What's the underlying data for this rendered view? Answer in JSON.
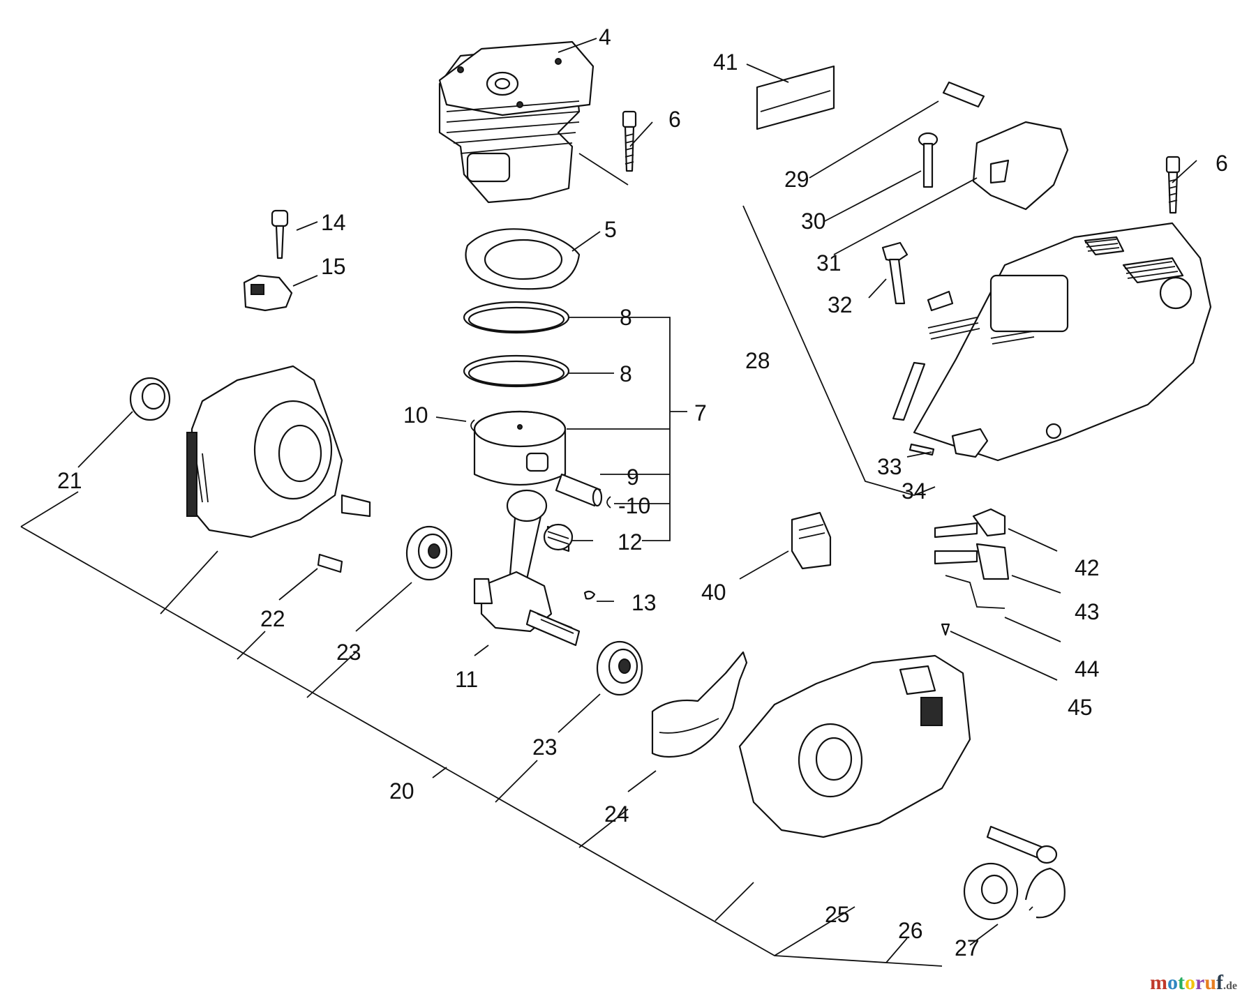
{
  "diagram": {
    "callouts": {
      "p4": "4",
      "p41": "41",
      "p6a": "6",
      "p6b": "6",
      "p29": "29",
      "p14": "14",
      "p15": "15",
      "p5": "5",
      "p30": "30",
      "p31": "31",
      "p32": "32",
      "p28": "28",
      "p8a": "8",
      "p8b": "8",
      "p7": "7",
      "p10a": "10",
      "p10b": "-10",
      "p9": "9",
      "p12": "12",
      "p13": "13",
      "p21": "21",
      "p22": "22",
      "p23a": "23",
      "p23b": "23",
      "p11": "11",
      "p33": "33",
      "p34": "34",
      "p40": "40",
      "p42": "42",
      "p43": "43",
      "p44": "44",
      "p45": "45",
      "p20": "20",
      "p24": "24",
      "p25": "25",
      "p26": "26",
      "p27": "27"
    },
    "watermark": {
      "brand": "motoruf",
      "suffix": ".de",
      "colors": {
        "m": "#c0392b",
        "o1": "#2e86c1",
        "t": "#27ae60",
        "o2": "#f1c40f",
        "r": "#8e44ad",
        "u": "#e67e22",
        "f": "#2c3e50"
      }
    }
  }
}
